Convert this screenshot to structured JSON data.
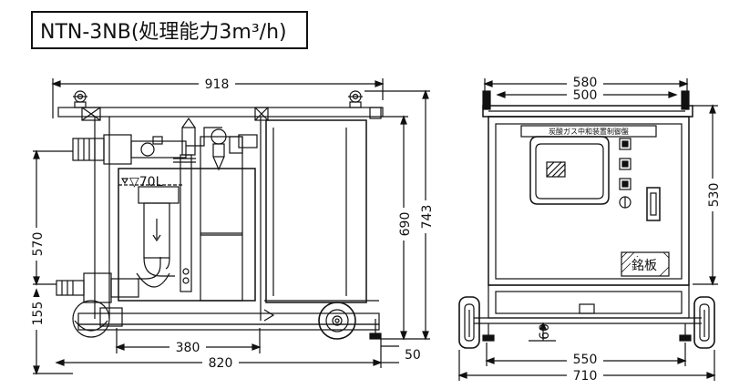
{
  "title": "NTN-3NB(処理能力3m³/h)",
  "side_view": {
    "dims": {
      "width_top": "918",
      "height_total": "743",
      "height_690": "690",
      "height_570": "570",
      "height_155": "155",
      "length_380": "380",
      "length_820": "820",
      "height_50": "50",
      "tank_label": "▽70L"
    }
  },
  "front_view": {
    "dims": {
      "width_580": "580",
      "width_500": "500",
      "height_530": "530",
      "height_60": "60",
      "width_550": "550",
      "width_710": "710"
    },
    "panel_title": "炭酸ガス中和装置制御盤",
    "nameplate": "銘板"
  }
}
